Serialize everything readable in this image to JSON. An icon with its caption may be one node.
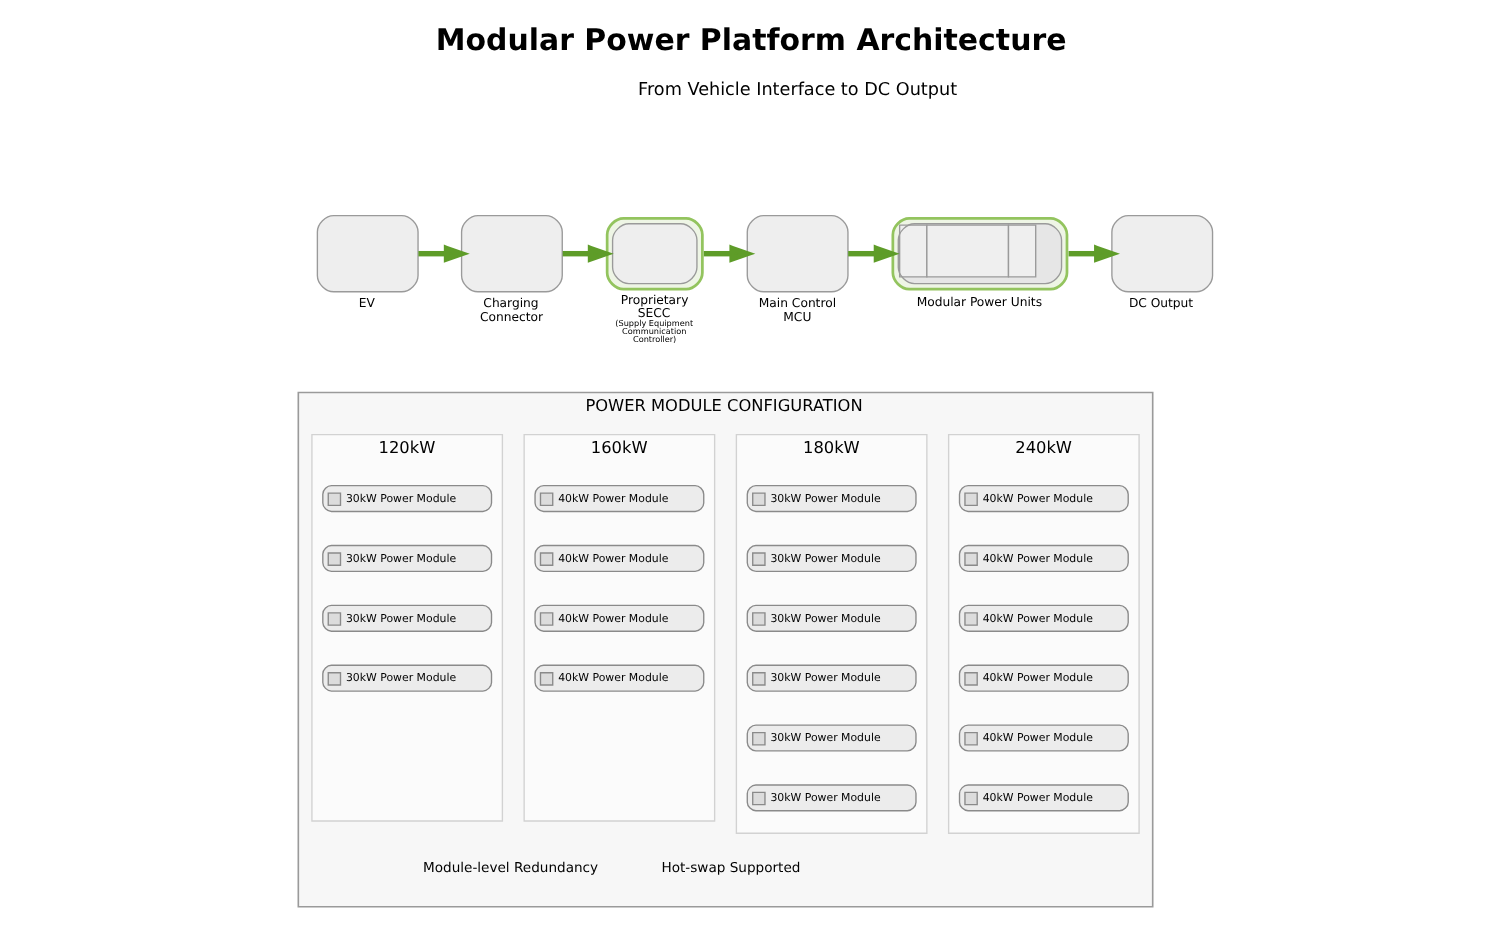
{
  "diagram": {
    "title": "Modular Power Platform Architecture",
    "nodes": [
      {
        "text": [
          "EV"
        ]
      },
      {
        "text": [
          "Charging Connector"
        ]
      },
      {
        "text": [
          "Proprietary SECC",
          "(Supply Equipment Communication Controller)"
        ]
      },
      {
        "text": [
          "Main Control MCU"
        ]
      },
      {
        "text": [
          "Modular Power Units"
        ]
      },
      {
        "text": [
          "DC Output"
        ]
      },
      {
        "text": [
          "POWER MODULE CONFIGURATION"
        ]
      },
      {
        "text": [
          "120kW"
        ],
        "in": 6
      },
      {
        "text": [
          "30kW Power Module"
        ],
        "in": 7
      },
      {
        "text": [
          "30kW Power Module"
        ],
        "in": 7
      },
      {
        "text": [
          "30kW Power Module"
        ],
        "in": 7
      },
      {
        "text": [
          "30kW Power Module"
        ],
        "in": 7
      },
      {
        "text": [
          "160kW"
        ],
        "in": 6
      },
      {
        "text": [
          "40kW Power Module"
        ],
        "in": 12
      },
      {
        "text": [
          "40kW Power Module"
        ],
        "in": 12
      },
      {
        "text": [
          "40kW Power Module"
        ],
        "in": 12
      },
      {
        "text": [
          "40kW Power Module"
        ],
        "in": 12
      },
      {
        "text": [
          "180kW"
        ],
        "in": 6
      },
      {
        "text": [
          "30kW Power Module"
        ],
        "in": 17
      },
      {
        "text": [
          "30kW Power Module"
        ],
        "in": 17
      },
      {
        "text": [
          "30kW Power Module"
        ],
        "in": 17
      },
      {
        "text": [
          "30kW Power Module"
        ],
        "in": 17
      },
      {
        "text": [
          "30kW Power Module"
        ],
        "in": 17
      },
      {
        "text": [
          "30kW Power Module"
        ],
        "in": 17
      },
      {
        "text": [
          "240kW"
        ],
        "in": 6
      },
      {
        "text": [
          "40kW Power Module"
        ],
        "in": 24
      },
      {
        "text": [
          "40kW Power Module"
        ],
        "in": 24
      },
      {
        "text": [
          "40kW Power Module"
        ],
        "in": 24
      },
      {
        "text": [
          "40kW Power Module"
        ],
        "in": 24
      },
      {
        "text": [
          "40kW Power Module"
        ],
        "in": 24
      },
      {
        "text": [
          "40kW Power Module"
        ],
        "in": 24
      }
    ],
    "edges": [
      {
        "from": 0,
        "to": 1,
        "arrow": "to"
      },
      {
        "from": 1,
        "to": 2,
        "arrow": "to"
      },
      {
        "from": 2,
        "to": 3,
        "arrow": "to"
      },
      {
        "from": 3,
        "to": 4,
        "arrow": "to"
      },
      {
        "from": 4,
        "to": 5,
        "arrow": "to"
      }
    ],
    "labels": [
      "From Vehicle Interface to DC Output",
      "Module-level Redundancy",
      "Hot-swap Supported"
    ]
  }
}
